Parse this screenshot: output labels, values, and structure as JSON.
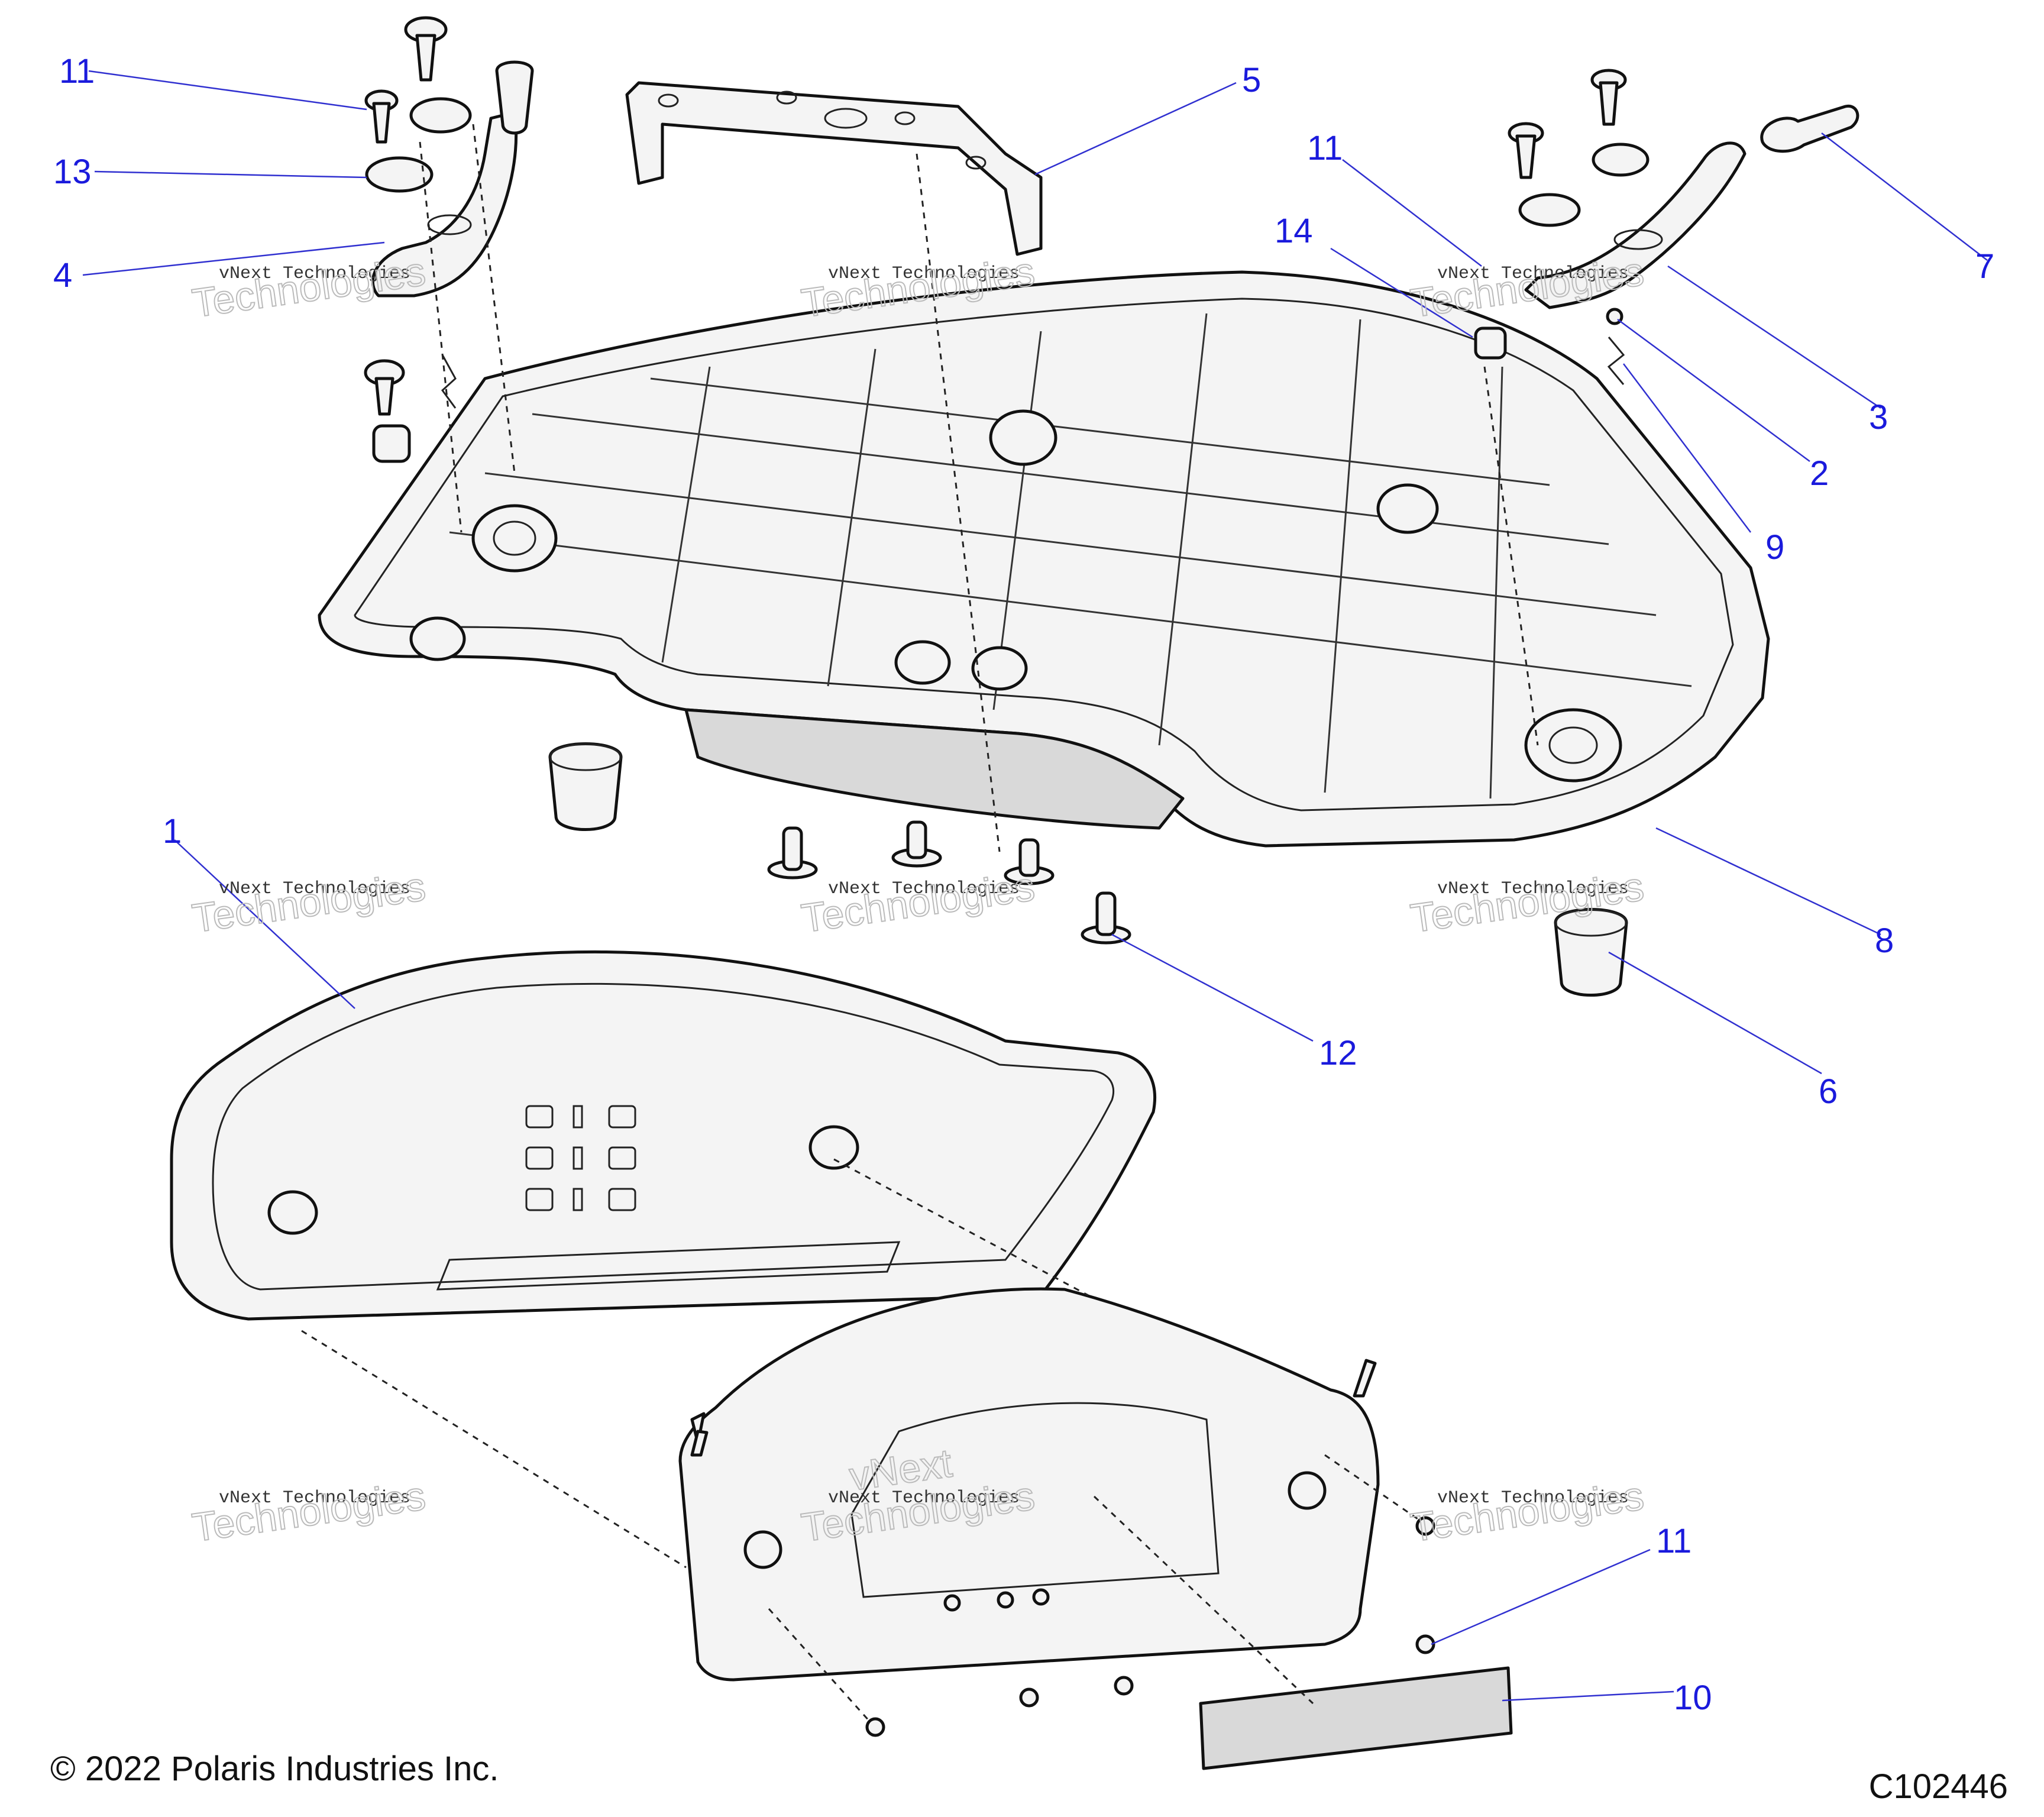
{
  "callouts": {
    "c1": "1",
    "c2": "2",
    "c3": "3",
    "c4": "4",
    "c5": "5",
    "c6": "6",
    "c7": "7",
    "c8": "8",
    "c9": "9",
    "c10": "10",
    "c11a": "11",
    "c11b": "11",
    "c11c": "11",
    "c12": "12",
    "c13": "13",
    "c14": "14"
  },
  "watermark": {
    "line1": "vNext Technologies",
    "line2": "Technologies",
    "line3": "vNext"
  },
  "footer": {
    "copyright": "© 2022 Polaris Industries Inc.",
    "figure_id": "C102446"
  },
  "colors": {
    "callout": "#1a1adc",
    "line": "#111111"
  }
}
